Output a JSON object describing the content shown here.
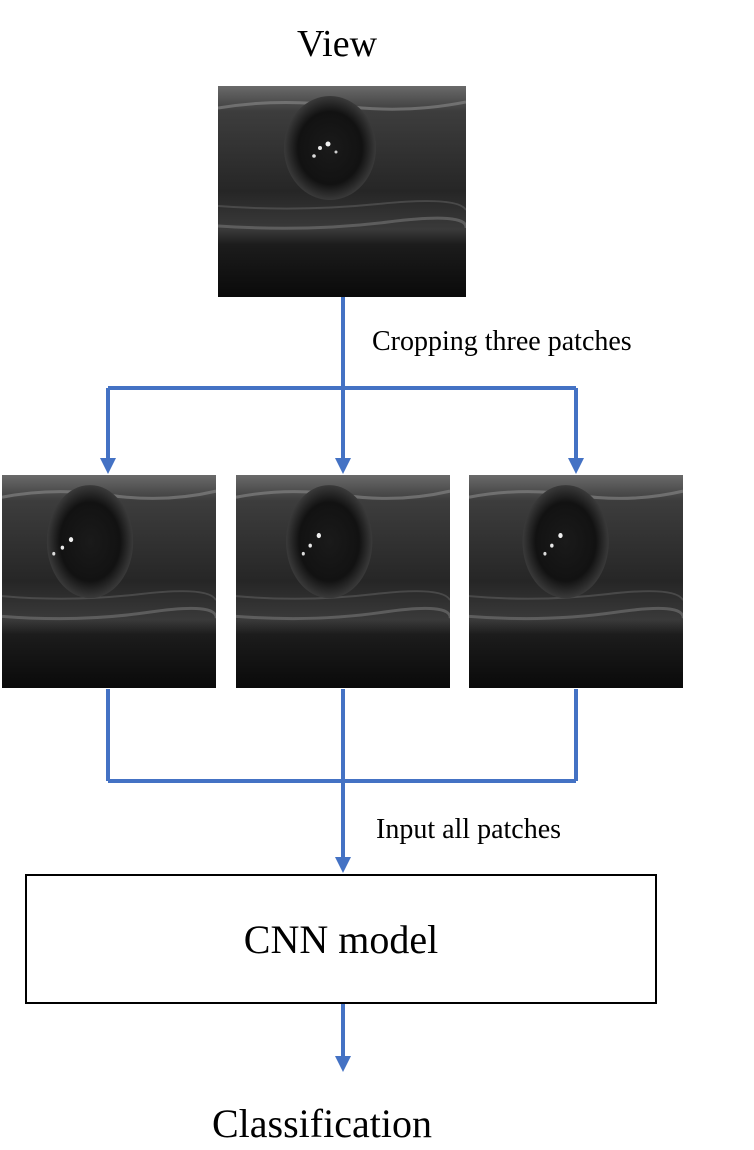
{
  "diagram": {
    "view_label": "View",
    "crop_label": "Cropping three patches",
    "input_label": "Input all patches",
    "model_label": "CNN model",
    "output_label": "Classification",
    "connector_color": "#4472C4",
    "patch_count": 3
  }
}
